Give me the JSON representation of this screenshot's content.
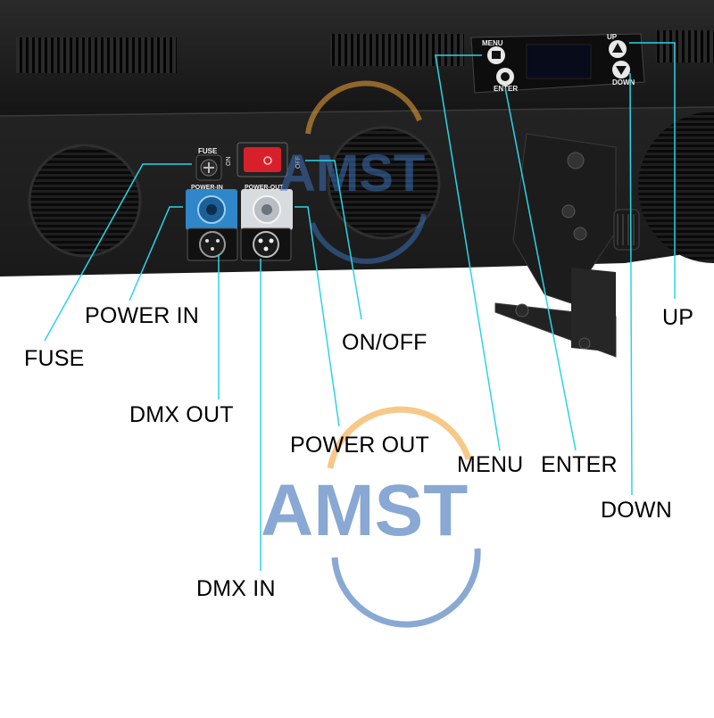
{
  "panel_labels": {
    "fuse": "FUSE",
    "power_in": "POWER-IN",
    "power_out": "POWER-OUT",
    "on": "ON",
    "off": "OFF",
    "menu": "MENU",
    "enter": "ENTER",
    "up": "UP",
    "down": "DOWN"
  },
  "callouts": {
    "fuse": "FUSE",
    "power_in": "POWER IN",
    "dmx_out": "DMX OUT",
    "power_out": "POWER OUT",
    "dmx_in": "DMX IN",
    "on_off": "ON/OFF",
    "menu": "MENU",
    "enter": "ENTER",
    "up": "UP",
    "down": "DOWN"
  },
  "watermark": "AMST",
  "colors": {
    "callout_line": "#2bd4e6",
    "device_body": "#1b1b1b",
    "power_in_connector": "#2f86c8",
    "power_out_connector": "#d9dcdf",
    "switch_red": "#d8202a",
    "watermark_blue": "#3b6fb6",
    "watermark_orange": "#f2a53a"
  }
}
